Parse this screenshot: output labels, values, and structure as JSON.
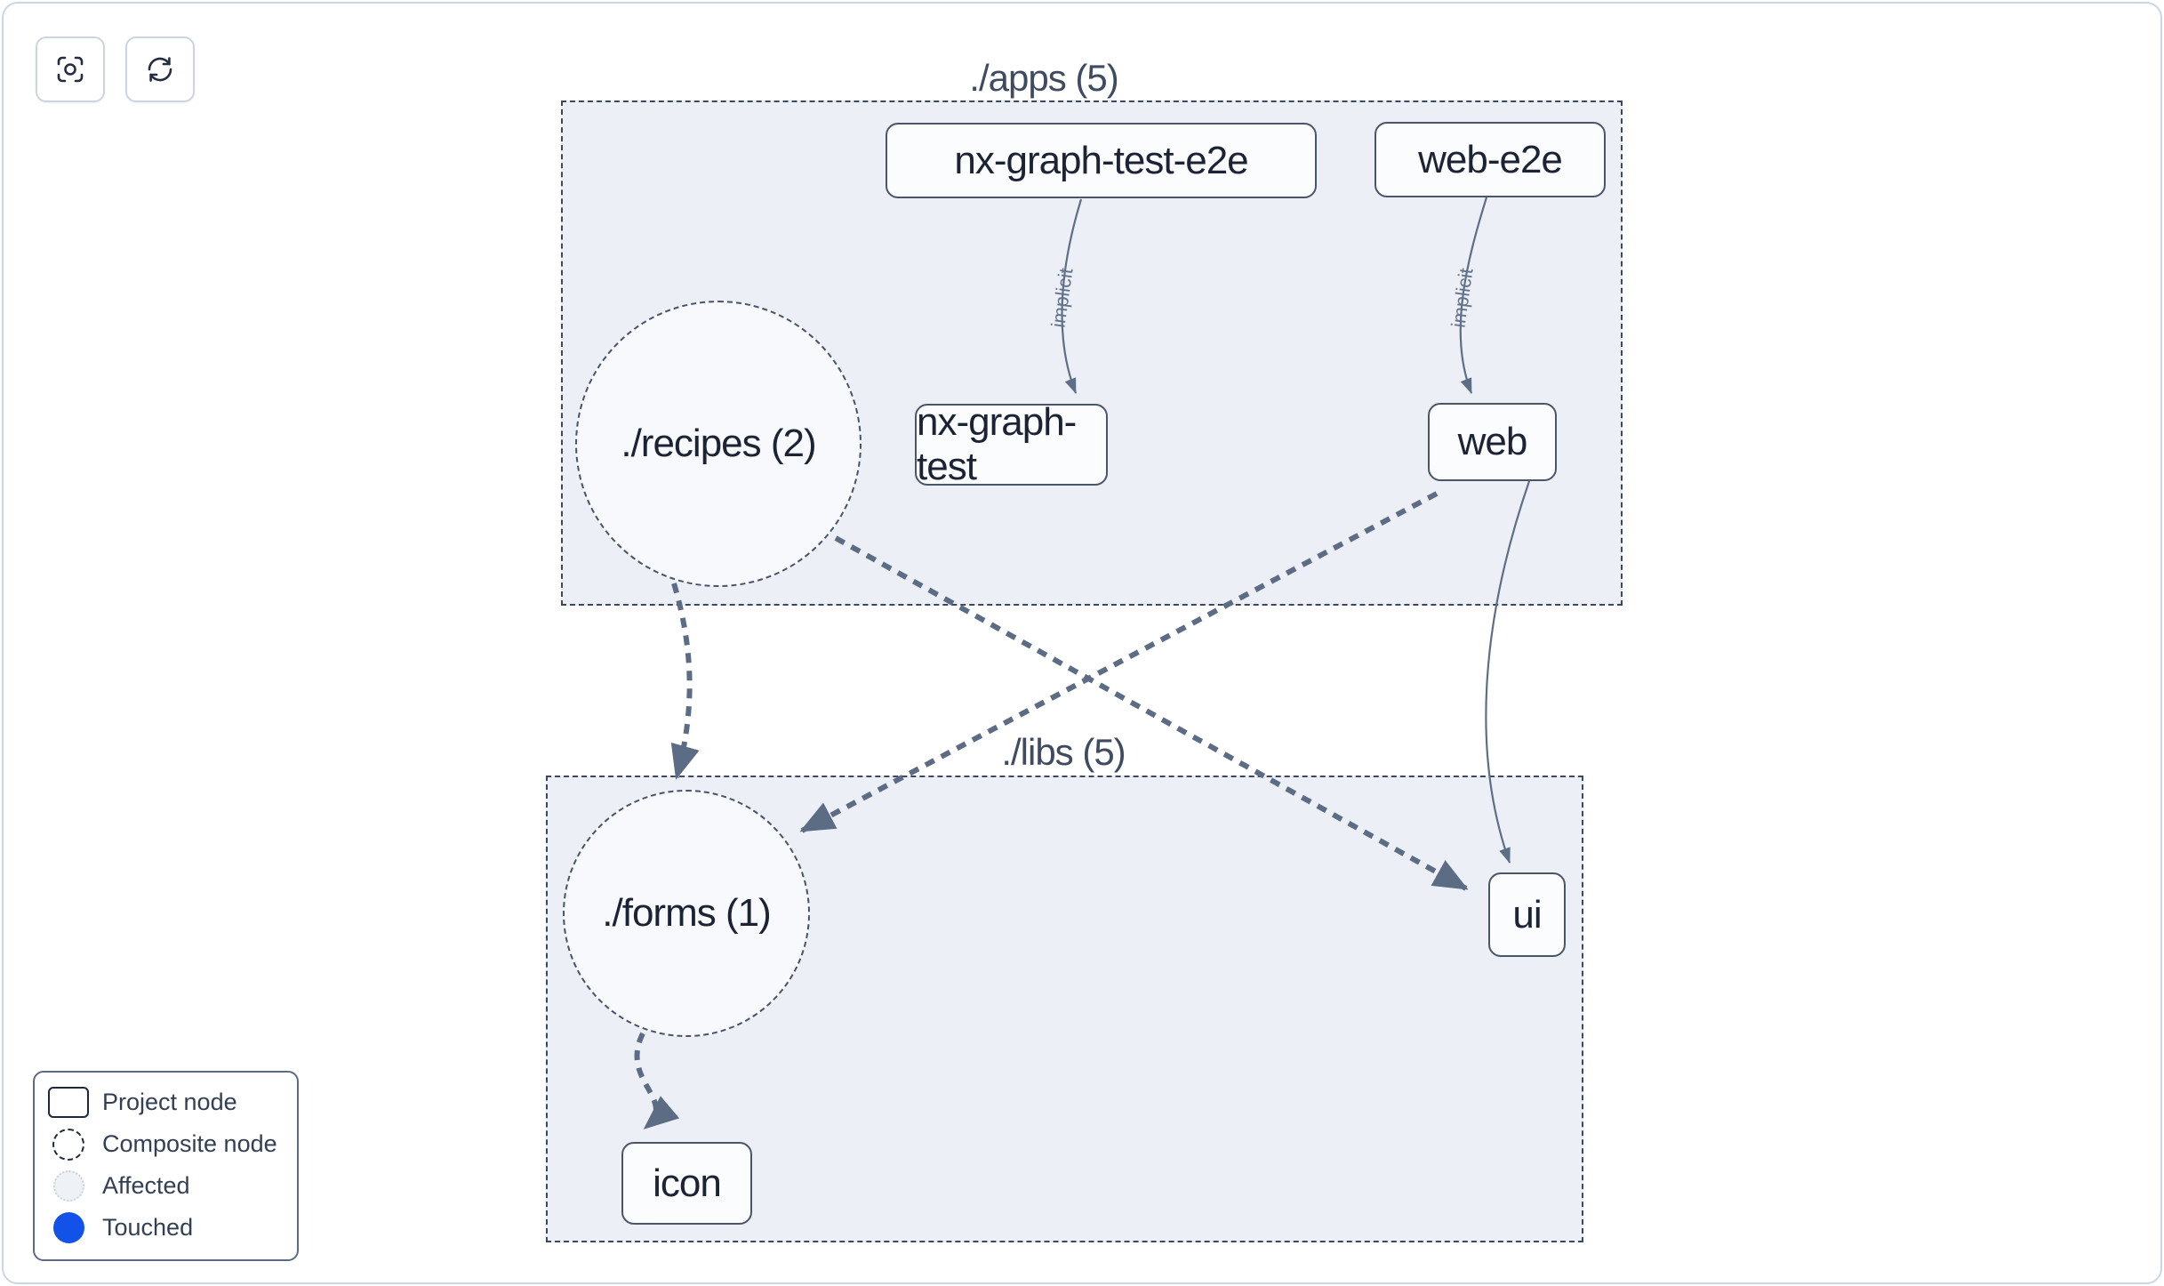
{
  "toolbar": {
    "buttons": [
      {
        "icon": "focus-icon"
      },
      {
        "icon": "refresh-icon"
      }
    ]
  },
  "graph": {
    "groups": [
      {
        "id": "apps",
        "label": "./apps (5)"
      },
      {
        "id": "libs",
        "label": "./libs (5)"
      }
    ],
    "composite_nodes": [
      {
        "id": "recipes",
        "label": "./recipes (2)"
      },
      {
        "id": "forms",
        "label": "./forms (1)"
      }
    ],
    "project_nodes": [
      {
        "id": "nx-graph-test-e2e",
        "label": "nx-graph-test-e2e"
      },
      {
        "id": "web-e2e",
        "label": "web-e2e"
      },
      {
        "id": "nx-graph-test",
        "label": "nx-graph-test"
      },
      {
        "id": "web",
        "label": "web"
      },
      {
        "id": "ui",
        "label": "ui"
      },
      {
        "id": "icon",
        "label": "icon"
      }
    ],
    "edges": [
      {
        "from": "nx-graph-test-e2e",
        "to": "nx-graph-test",
        "label": "implicit",
        "style": "solid"
      },
      {
        "from": "web-e2e",
        "to": "web",
        "label": "implicit",
        "style": "solid"
      },
      {
        "from": "web",
        "to": "ui",
        "label": "",
        "style": "solid"
      },
      {
        "from": "./recipes",
        "to": "./forms",
        "label": "",
        "style": "dashed"
      },
      {
        "from": "./recipes",
        "to": "ui",
        "label": "",
        "style": "dashed"
      },
      {
        "from": "web",
        "to": "./forms",
        "label": "",
        "style": "dashed"
      },
      {
        "from": "./forms",
        "to": "icon",
        "label": "",
        "style": "dashed"
      }
    ]
  },
  "legend": {
    "items": [
      {
        "icon": "project-node-icon",
        "label": "Project node"
      },
      {
        "icon": "composite-node-icon",
        "label": "Composite node"
      },
      {
        "icon": "affected-icon",
        "label": "Affected"
      },
      {
        "icon": "touched-icon",
        "label": "Touched"
      }
    ]
  },
  "colors": {
    "touched": "#1352e9",
    "affected_fill": "#eef1f5",
    "group_fill": "#ecf0f6",
    "edge": "#5c6c84",
    "node_border": "#4a5568",
    "canvas_border": "#c9d6e4"
  }
}
